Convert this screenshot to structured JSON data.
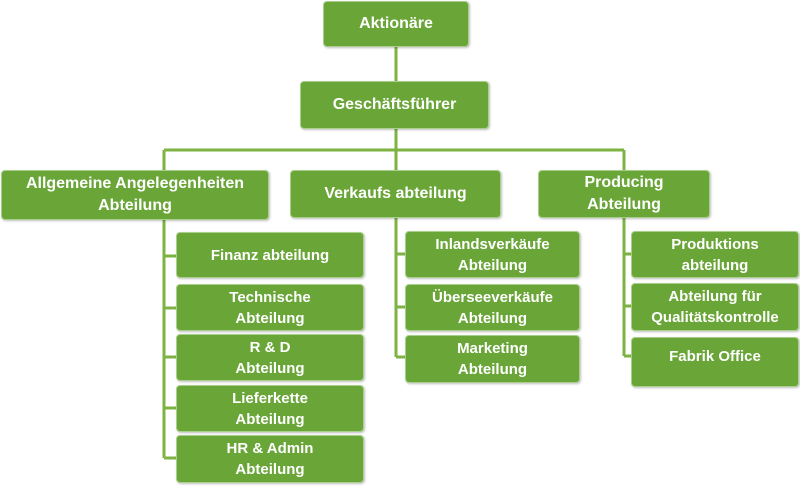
{
  "chart": {
    "root": {
      "lines": [
        "Aktionäre"
      ]
    },
    "ceo": {
      "lines": [
        "Geschäftsführer"
      ]
    },
    "departments": [
      {
        "lines": [
          "Allgemeine Angelegenheiten",
          "Abteilung"
        ],
        "units": [
          {
            "lines": [
              "Finanz abteilung"
            ]
          },
          {
            "lines": [
              "Technische",
              "Abteilung"
            ]
          },
          {
            "lines": [
              "R & D",
              "Abteilung"
            ]
          },
          {
            "lines": [
              "Lieferkette",
              "Abteilung"
            ]
          },
          {
            "lines": [
              "HR & Admin",
              "Abteilung"
            ]
          }
        ]
      },
      {
        "lines": [
          "Verkaufs abteilung"
        ],
        "units": [
          {
            "lines": [
              "Inlandsverkäufe",
              "Abteilung"
            ]
          },
          {
            "lines": [
              "Überseeverkäufe",
              "Abteilung"
            ]
          },
          {
            "lines": [
              "Marketing",
              "Abteilung"
            ]
          }
        ]
      },
      {
        "lines": [
          "Producing",
          "Abteilung"
        ],
        "units": [
          {
            "lines": [
              "Produktions",
              "abteilung"
            ]
          },
          {
            "lines": [
              "Abteilung für",
              "Qualitätskontrolle"
            ]
          },
          {
            "lines": [
              "Fabrik Office"
            ]
          }
        ]
      }
    ]
  },
  "colors": {
    "box_fill": "#6aa538",
    "box_border": "#a9cf8c",
    "connector": "#7cb342",
    "text": "#ffffff"
  }
}
